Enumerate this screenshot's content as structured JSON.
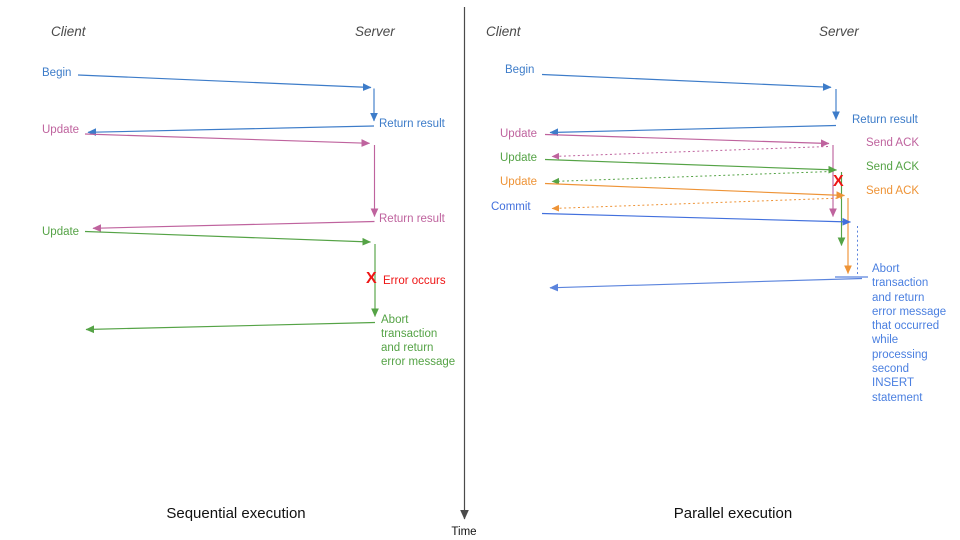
{
  "colors": {
    "blue": "#3d7cc9",
    "pink": "#bf639e",
    "green": "#55a346",
    "orange": "#ee9336",
    "commit_blue": "#4270dd",
    "light_blue": "#5b84dd",
    "abort_text_blue": "#4a7fe0",
    "error_red": "#ee1515",
    "header_gray": "#4a4a4a",
    "caption_black": "#111111"
  },
  "icons": {
    "error_x": "X",
    "time_axis_arrow": "down-arrow"
  },
  "time_axis": {
    "label": "Time"
  },
  "left": {
    "caption": "Sequential execution",
    "client_label": "Client",
    "server_label": "Server",
    "steps": {
      "begin": "Begin",
      "return_result_1": "Return result",
      "update_1": "Update",
      "return_result_2": "Return result",
      "update_2": "Update",
      "error_occurs": "Error occurs",
      "abort": "Abort\ntransaction\nand return\nerror message"
    }
  },
  "right": {
    "caption": "Parallel execution",
    "client_label": "Client",
    "server_label": "Server",
    "steps": {
      "begin": "Begin",
      "return_result": "Return result",
      "update_1": "Update",
      "send_ack_1": "Send ACK",
      "update_2": "Update",
      "send_ack_2": "Send ACK",
      "update_3": "Update",
      "send_ack_3": "Send ACK",
      "commit": "Commit",
      "abort": "Abort\ntransaction\nand return\nerror message\nthat occurred\nwhile\nprocessing\nsecond\nINSERT\nstatement"
    }
  }
}
